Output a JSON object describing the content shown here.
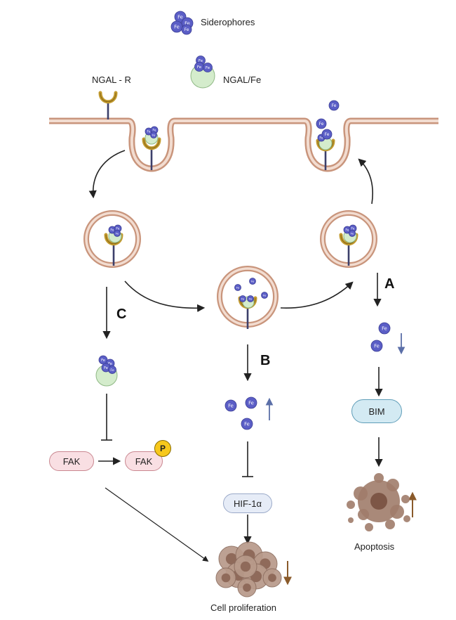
{
  "legend": {
    "siderophores": "Siderophores",
    "ngal_fe": "NGAL/Fe",
    "ngal_r": "NGAL - R"
  },
  "iron_symbol": "Fe",
  "pathways": {
    "a": "A",
    "b": "B",
    "c": "C"
  },
  "proteins": {
    "fak": "FAK",
    "fak_phospho": "FAK",
    "phospho_tag": "P",
    "bim": "BIM",
    "hif": "HIF-1α"
  },
  "outcomes": {
    "apoptosis": "Apoptosis",
    "cell_proliferation": "Cell proliferation"
  },
  "colors": {
    "membrane": "#c9957c",
    "membrane_inner": "#f2dcd0",
    "receptor": "#c29a2e",
    "receptor_stem": "#3c3f6a",
    "iron": "#5b5ec6",
    "ngal": "#d4eccc",
    "up_arrow": "#5b6fa8",
    "down_arrow_iron": "#5b6fa8",
    "outcome_arrow": "#8a5a2a",
    "cell": "#a07c6a"
  }
}
